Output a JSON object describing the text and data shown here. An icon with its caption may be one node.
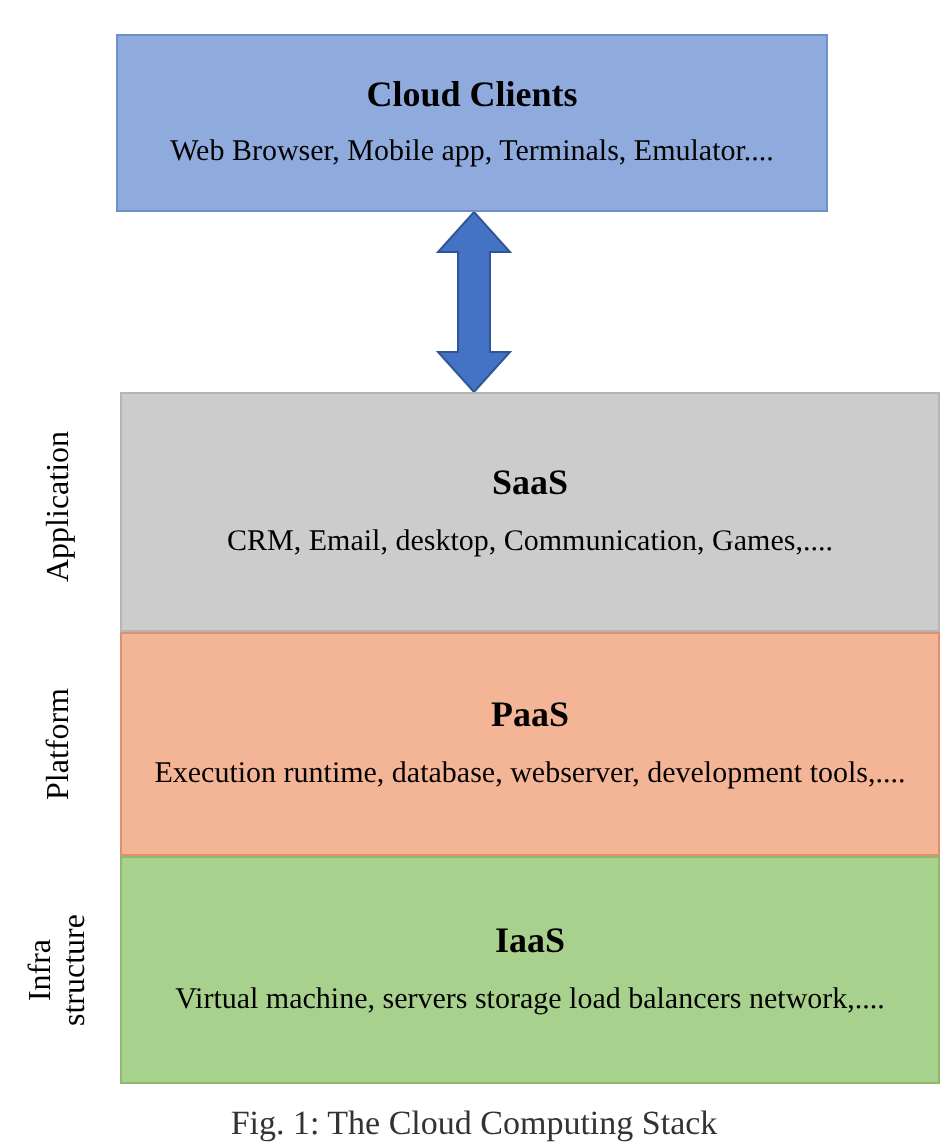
{
  "diagram": {
    "caption": "Fig. 1: The Cloud Computing Stack",
    "nodes": [
      {
        "text": [
          "Cloud Clients",
          "Web Browser, Mobile app, Terminals, Emulator...."
        ]
      },
      {
        "text": [
          "SaaS",
          "CRM, Email, desktop, Communication, Games,...."
        ],
        "beside": [
          "Application"
        ]
      },
      {
        "text": [
          "PaaS",
          "Execution runtime, database, webserver, development tools,...."
        ],
        "beside": [
          "Platform"
        ]
      },
      {
        "text": [
          "IaaS",
          "Virtual machine, servers storage load balancers network,...."
        ],
        "beside": [
          "Infra structure"
        ]
      }
    ],
    "edges": [
      {
        "from": 0,
        "to": 1,
        "arrow": "both",
        "style": "thick"
      }
    ]
  }
}
